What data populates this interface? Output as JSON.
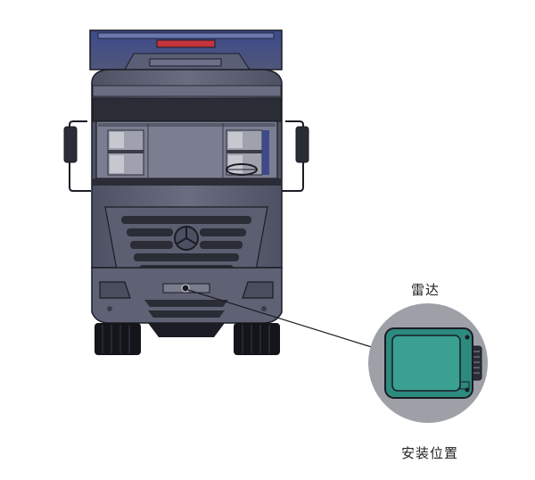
{
  "labels": {
    "radar": "雷达",
    "install_position": "安装位置"
  },
  "colors": {
    "truck_body": "#5f6274",
    "truck_outline": "#1b1c24",
    "grille_dark": "#2a2c36",
    "cab_top": "#3d4a86",
    "brake_light": "#c4333e",
    "callout_circle": "#9ea0a7",
    "radar_housing": "#2c8a7e",
    "radar_face": "#3aa092",
    "tire": "#14151a"
  },
  "icons": {
    "truck": "truck-front-view",
    "radar": "radar-sensor-icon",
    "emblem": "three-pointed-star-emblem"
  }
}
